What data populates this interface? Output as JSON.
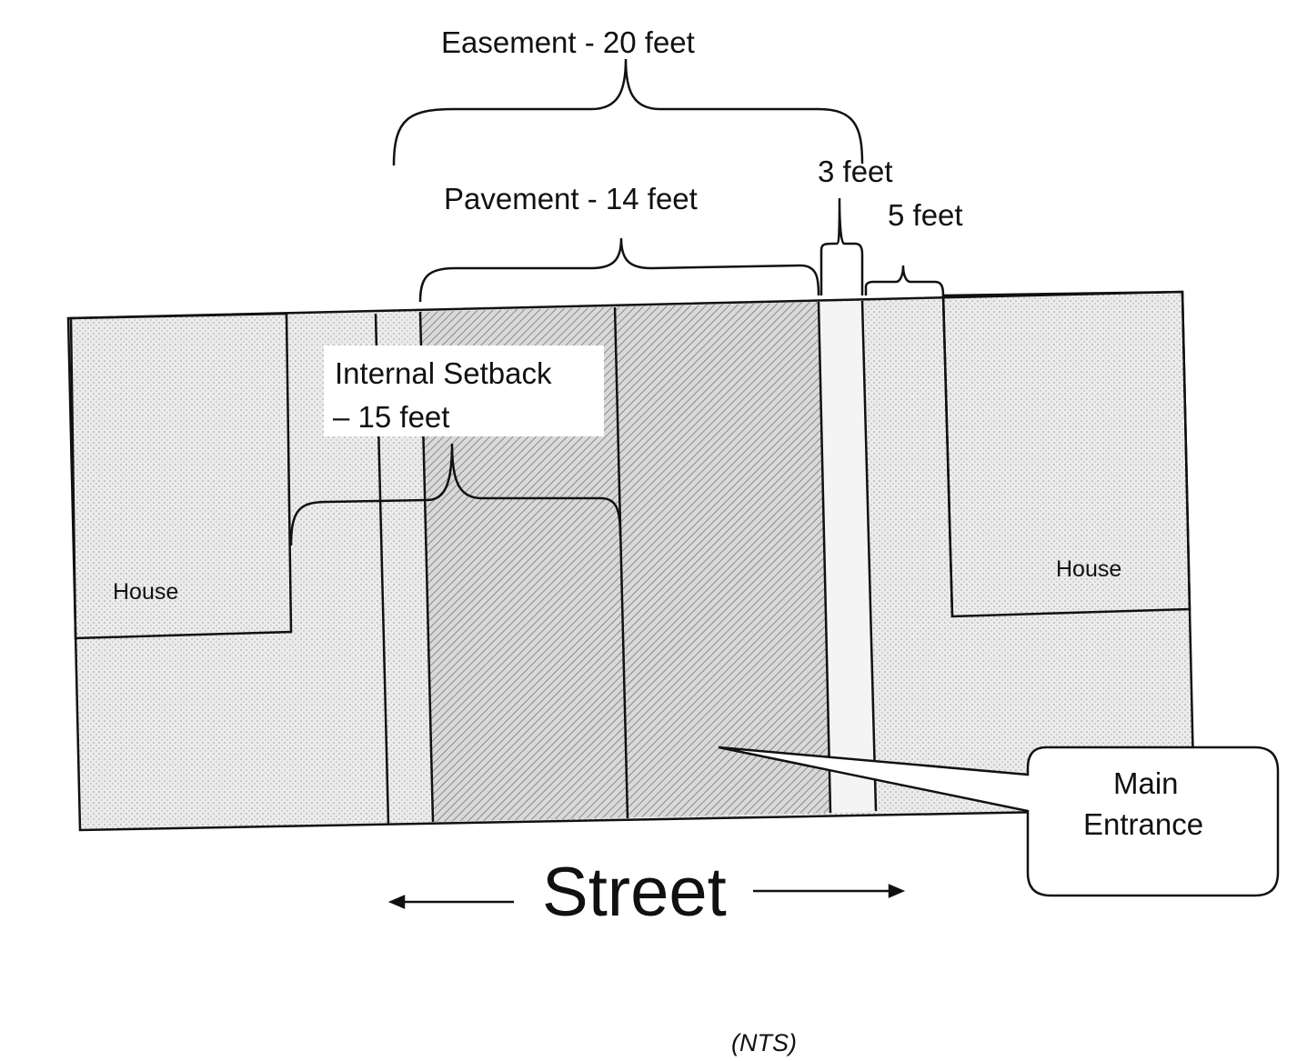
{
  "labels": {
    "easement": "Easement - 20 feet",
    "pavement": "Pavement - 14 feet",
    "three_feet": "3 feet",
    "five_feet": "5 feet",
    "internal_setback_line1": "Internal Setback",
    "internal_setback_line2": "– 15 feet",
    "house_left": "House",
    "house_right": "House",
    "main_entrance_line1": "Main",
    "main_entrance_line2": "Entrance",
    "street": "Street",
    "nts": "(NTS)"
  },
  "colors": {
    "line": "#111111",
    "light_fill": "#e4e4e4",
    "pavement_fill": "#c8c8c8"
  }
}
